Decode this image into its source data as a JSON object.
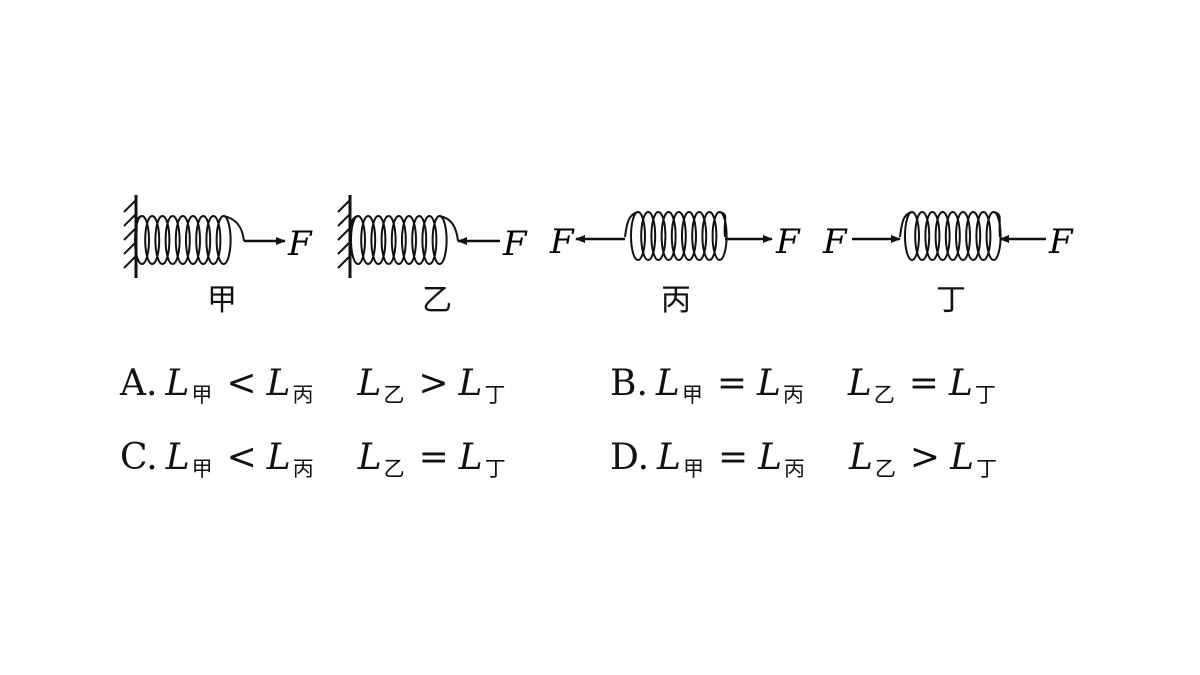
{
  "force_label": "F",
  "captions": [
    "甲",
    "乙",
    "丙",
    "丁"
  ],
  "options": [
    {
      "letter": "A.",
      "var": "L",
      "s1": "甲",
      "op1": "<",
      "s2": "丙",
      "s3": "乙",
      "op2": ">",
      "s4": "丁"
    },
    {
      "letter": "B.",
      "var": "L",
      "s1": "甲",
      "op1": "=",
      "s2": "丙",
      "s3": "乙",
      "op2": "=",
      "s4": "丁"
    },
    {
      "letter": "C.",
      "var": "L",
      "s1": "甲",
      "op1": "<",
      "s2": "丙",
      "s3": "乙",
      "op2": "=",
      "s4": "丁"
    },
    {
      "letter": "D.",
      "var": "L",
      "s1": "甲",
      "op1": "=",
      "s2": "丙",
      "s3": "乙",
      "op2": ">",
      "s4": "丁"
    }
  ]
}
